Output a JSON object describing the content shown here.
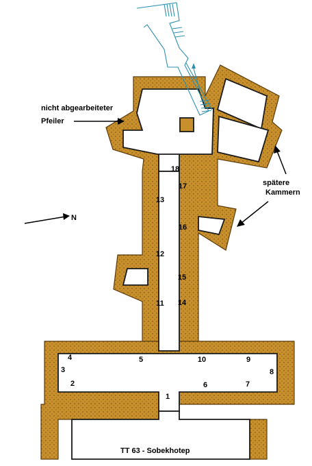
{
  "title": "TT 63 - Sobekhotep",
  "labels": {
    "pillar_line1": "nicht abgearbeiteter",
    "pillar_line2": "Pfeiler",
    "chambers_line1": "spätere",
    "chambers_line2": "Kammern",
    "north": "N"
  },
  "wall_numbers": [
    "1",
    "2",
    "3",
    "4",
    "5",
    "6",
    "7",
    "8",
    "9",
    "10",
    "11",
    "12",
    "13",
    "14",
    "15",
    "16",
    "17",
    "18"
  ],
  "colors": {
    "rock": "#c8902c",
    "stair": "#2f8fb0",
    "room": "#ffffff"
  }
}
